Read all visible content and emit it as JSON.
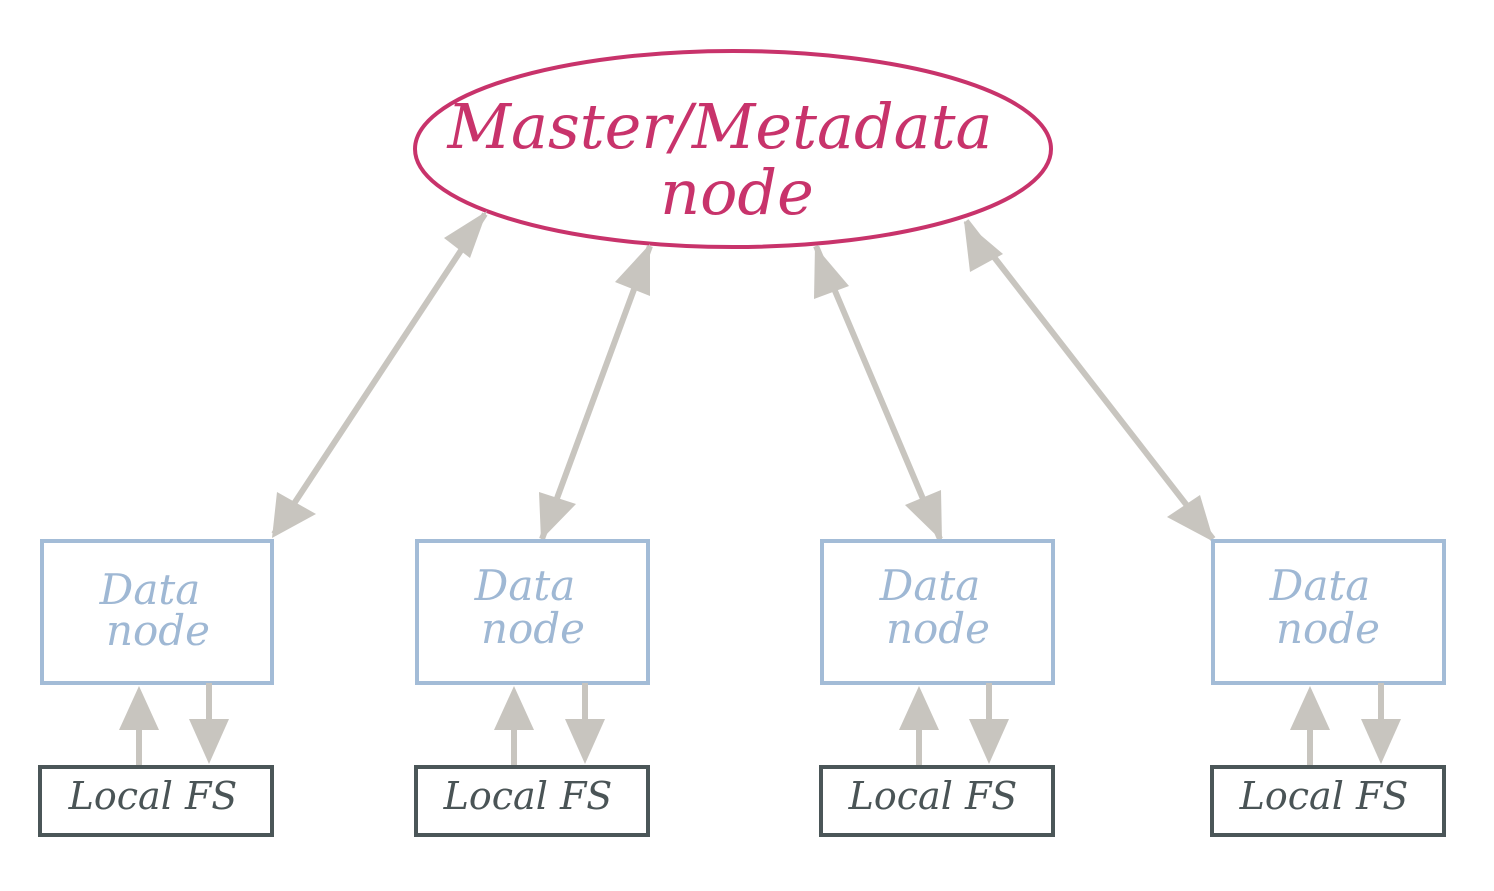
{
  "colors": {
    "master": "#c8336b",
    "datanode": "#a3bcd7",
    "localfs": "#4b5658",
    "arrow": "#c8c5bf",
    "background": "#ffffff"
  },
  "master": {
    "line1": "Master/Metadata",
    "line2": "node"
  },
  "datanodes": [
    {
      "line1": "Data",
      "line2": "node"
    },
    {
      "line1": "Data",
      "line2": "node"
    },
    {
      "line1": "Data",
      "line2": "node"
    },
    {
      "line1": "Data",
      "line2": "node"
    }
  ],
  "localfs": [
    {
      "label": "Local FS"
    },
    {
      "label": "Local FS"
    },
    {
      "label": "Local FS"
    },
    {
      "label": "Local FS"
    }
  ]
}
